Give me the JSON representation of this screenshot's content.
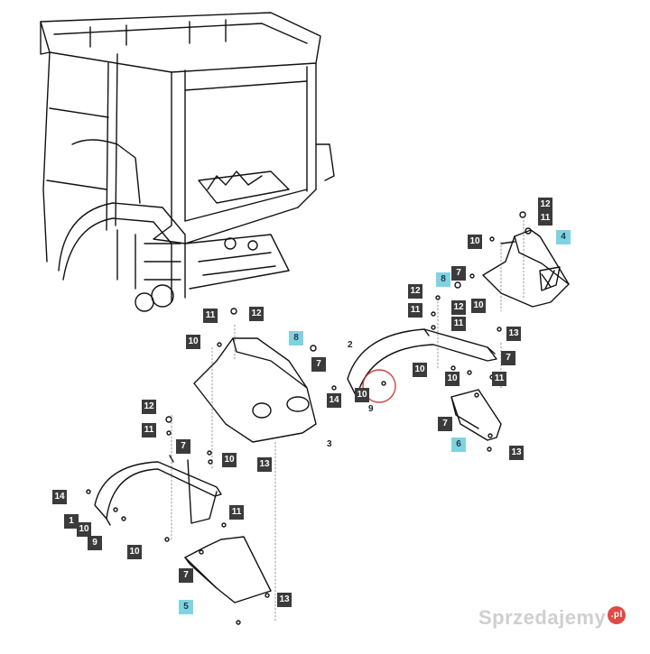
{
  "diagram": {
    "callouts": [
      {
        "id": "c12a",
        "label": "12",
        "style": "dark"
      },
      {
        "id": "c11a",
        "label": "11",
        "style": "dark"
      },
      {
        "id": "c10a",
        "label": "10",
        "style": "dark"
      },
      {
        "id": "c4",
        "label": "4",
        "style": "cyan"
      },
      {
        "id": "c8a",
        "label": "8",
        "style": "cyan"
      },
      {
        "id": "c7a",
        "label": "7",
        "style": "dark"
      },
      {
        "id": "c12b",
        "label": "12",
        "style": "dark"
      },
      {
        "id": "c12c",
        "label": "12",
        "style": "dark"
      },
      {
        "id": "c10b",
        "label": "10",
        "style": "dark"
      },
      {
        "id": "c11b",
        "label": "11",
        "style": "dark"
      },
      {
        "id": "c11c",
        "label": "11",
        "style": "dark"
      },
      {
        "id": "c13a",
        "label": "13",
        "style": "dark"
      },
      {
        "id": "c7b",
        "label": "7",
        "style": "dark"
      },
      {
        "id": "c10c",
        "label": "10",
        "style": "dark"
      },
      {
        "id": "c10d",
        "label": "10",
        "style": "dark"
      },
      {
        "id": "c11d",
        "label": "11",
        "style": "dark"
      },
      {
        "id": "c11e",
        "label": "11",
        "style": "dark"
      },
      {
        "id": "c12d",
        "label": "12",
        "style": "dark"
      },
      {
        "id": "c10e",
        "label": "10",
        "style": "dark"
      },
      {
        "id": "c8b",
        "label": "8",
        "style": "cyan"
      },
      {
        "id": "c7c",
        "label": "7",
        "style": "dark"
      },
      {
        "id": "c14a",
        "label": "14",
        "style": "dark"
      },
      {
        "id": "c10f",
        "label": "10",
        "style": "dark"
      },
      {
        "id": "c7d",
        "label": "7",
        "style": "dark"
      },
      {
        "id": "c6",
        "label": "6",
        "style": "cyan"
      },
      {
        "id": "c13b",
        "label": "13",
        "style": "dark"
      },
      {
        "id": "c12e",
        "label": "12",
        "style": "dark"
      },
      {
        "id": "c11f",
        "label": "11",
        "style": "dark"
      },
      {
        "id": "c7e",
        "label": "7",
        "style": "dark"
      },
      {
        "id": "c10g",
        "label": "10",
        "style": "dark"
      },
      {
        "id": "c13c",
        "label": "13",
        "style": "dark"
      },
      {
        "id": "c14b",
        "label": "14",
        "style": "dark"
      },
      {
        "id": "c1",
        "label": "1",
        "style": "dark"
      },
      {
        "id": "c10h",
        "label": "10",
        "style": "dark"
      },
      {
        "id": "c9a",
        "label": "9",
        "style": "dark"
      },
      {
        "id": "c10i",
        "label": "10",
        "style": "dark"
      },
      {
        "id": "c11g",
        "label": "11",
        "style": "dark"
      },
      {
        "id": "c7f",
        "label": "7",
        "style": "dark"
      },
      {
        "id": "c5",
        "label": "5",
        "style": "cyan"
      },
      {
        "id": "c13d",
        "label": "13",
        "style": "dark"
      }
    ],
    "plain_labels": [
      {
        "id": "p2",
        "label": "2"
      },
      {
        "id": "p3",
        "label": "3"
      },
      {
        "id": "p9",
        "label": "9"
      }
    ]
  },
  "watermark": {
    "text": "Sprzedajemy",
    "badge": ".pl"
  }
}
